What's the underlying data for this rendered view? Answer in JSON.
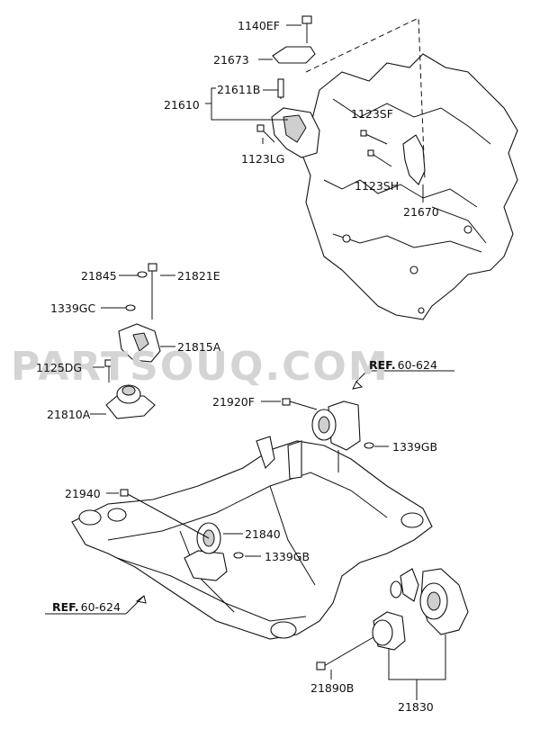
{
  "watermark": "PARTSOUQ.COM",
  "labels": {
    "p1140EF": "1140EF",
    "p21673": "21673",
    "p21611B": "21611B",
    "p21610": "21610",
    "p1123LG": "1123LG",
    "p1123SF": "1123SF",
    "p1123SH": "1123SH",
    "p21670": "21670",
    "p21845": "21845",
    "p21821E": "21821E",
    "p1339GC": "1339GC",
    "p21815A": "21815A",
    "p1125DG": "1125DG",
    "p21810A": "21810A",
    "p21920F": "21920F",
    "p1339GB_a": "1339GB",
    "p21940": "21940",
    "p21840": "21840",
    "p1339GB_b": "1339GB",
    "p21890B": "21890B",
    "p21830": "21830"
  },
  "refs": {
    "top": {
      "prefix": "REF.",
      "code": "60-624"
    },
    "bottom": {
      "prefix": "REF.",
      "code": "60-624"
    }
  }
}
